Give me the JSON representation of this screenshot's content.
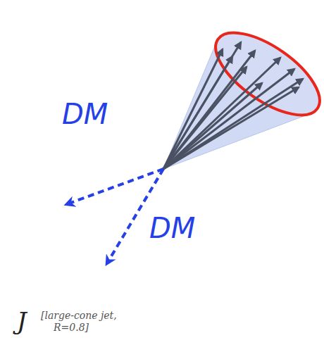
{
  "diagram": {
    "labels": [
      "DM",
      "DM",
      "J",
      "[large-cone jet, R=0.8]"
    ]
  }
}
